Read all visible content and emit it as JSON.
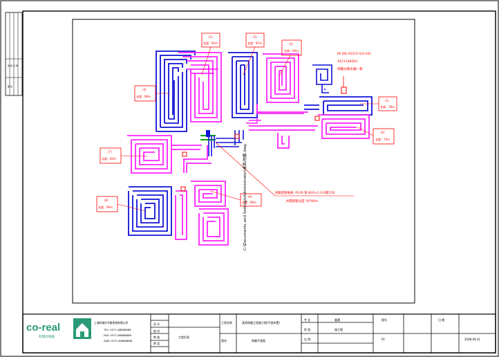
{
  "colors": {
    "frame": "#000000",
    "loop_blue": "#1010d8",
    "loop_magenta": "#ff22ff",
    "annotation_red": "#ff0000",
    "brand_green": "#2a9a78"
  },
  "rooms": [
    {
      "id": "r1",
      "label_top": "(1)",
      "label_bottom": "长度：91m"
    },
    {
      "id": "r2",
      "label_top": "(2)",
      "label_bottom": "长度：87m"
    },
    {
      "id": "r3",
      "label_top": "(3)",
      "label_bottom": "长度：94m"
    },
    {
      "id": "r4",
      "label_top": "(4)",
      "label_bottom": "长度：96m"
    },
    {
      "id": "r5",
      "label_top": "(5)",
      "label_bottom": "长度：78m"
    },
    {
      "id": "r6",
      "label_top": "(6)",
      "label_bottom": "长度：73m"
    },
    {
      "id": "r7",
      "label_top": "(7)",
      "label_bottom": "长度：85m"
    },
    {
      "id": "r8",
      "label_top": "(8)",
      "label_bottom": "长度：96m"
    },
    {
      "id": "r9",
      "label_top": "(9)",
      "label_bottom": "长度：86m"
    }
  ],
  "notes": {
    "manifold_line1": "Mi DN 25/2/5-5(4-26)",
    "manifold_line2": "4421338004",
    "manifold_line3": "地暖分集水器一套",
    "pipe_spec_line1": "地暖盘管规格: PE-Rt 管 Φ20×2.0 间距150",
    "pipe_spec_line2": "共需盘管长度: 约760m",
    "vertical_path": "C:\\Documents and Settings\\Administrator\\桌面\\地暖.dwg"
  },
  "title_block": {
    "brand_name": "co-real",
    "brand_sub": "科瑞尔地暖",
    "company_name": "上海科瑞尔节能系统有限公司",
    "company_line1": "TEL: 0571-88888888",
    "company_line2": "FAX: 0571-88888888",
    "company_line3": "ADD: 0571-88888888",
    "cell_design": "设 计",
    "cell_check": "校 对",
    "cell_audit": "审 核",
    "cell_approve": "审 定",
    "cell_staff": "工程负责",
    "cell_project_label": "工程名称",
    "cell_project_name": "某地地暖工程施工图(平面布置)",
    "cell_drawing_label": "图名",
    "cell_drawing_name": "地暖平面图",
    "cell_pro": "专 业",
    "cell_pro_val": "暖通",
    "cell_stage": "阶 段",
    "cell_stage_val": "施工图",
    "cell_scale": "比 例",
    "cell_number": "图号",
    "cell_number_val": "01",
    "cell_date": "日 期",
    "cell_date_val": "2008.09.21"
  },
  "side_strip": {
    "text1": "改 版 记 录",
    "text2": "备 注"
  }
}
